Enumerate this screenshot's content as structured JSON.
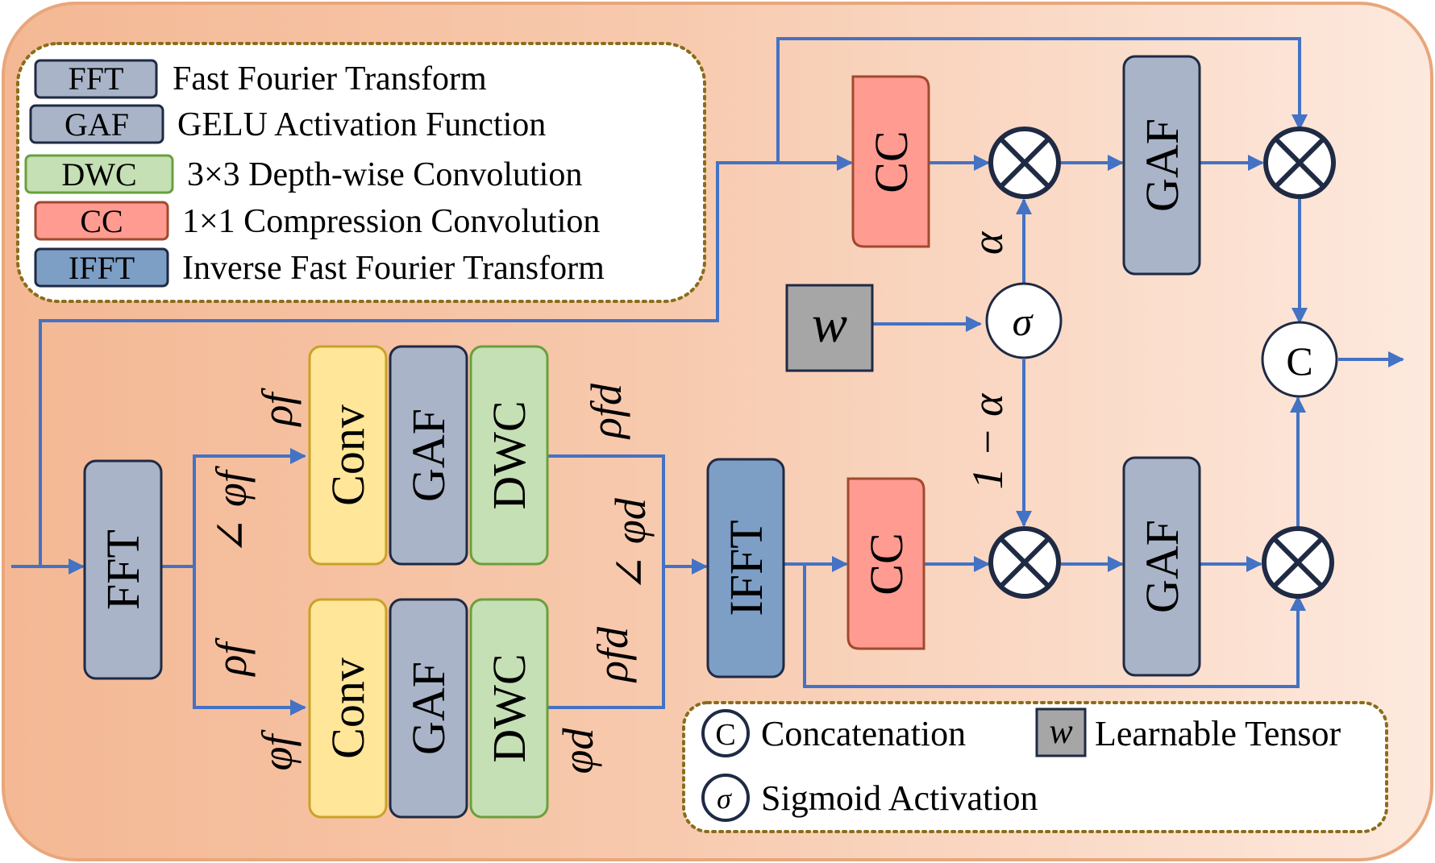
{
  "legend_top": {
    "items": [
      {
        "abbr": "FFT",
        "desc": "Fast Fourier Transform",
        "color": "#a9b4c8"
      },
      {
        "abbr": "GAF",
        "desc": "GELU Activation Function",
        "color": "#a9b4c8"
      },
      {
        "abbr": "DWC",
        "desc": "3×3 Depth-wise Convolution",
        "color": "#c5e0b4"
      },
      {
        "abbr": "CC",
        "desc": "1×1 Compression Convolution",
        "color": "#ff9b91"
      },
      {
        "abbr": "IFFT",
        "desc": "Inverse Fast Fourier Transform",
        "color": "#7d9ec5"
      }
    ]
  },
  "legend_bottom": {
    "concat_symbol": "C",
    "concat_desc": "Concatenation",
    "tensor_symbol": "w",
    "tensor_desc": "Learnable Tensor",
    "sigmoid_symbol": "σ",
    "sigmoid_desc": "Sigmoid Activation"
  },
  "blocks": {
    "fft": "FFT",
    "ifft": "IFFT",
    "conv": "Conv",
    "gaf": "GAF",
    "dwc": "DWC",
    "cc": "CC",
    "learnable": "w",
    "sigmoid": "σ",
    "concat": "C"
  },
  "labels": {
    "rho_f": "ρf",
    "phi_f": "φf",
    "angle_phi_f": "∠ φf",
    "rho_f_d": "ρfd",
    "angle_phi_d": "∠ φd",
    "phi_d": "φd",
    "alpha": "α",
    "one_minus_alpha": "1 − α"
  },
  "colors": {
    "background": "#f6c4a7",
    "border": "#e9a67a",
    "arrow": "#4472c4",
    "gray_block": "#a9b4c8",
    "conv": "#ffe699",
    "conv_border": "#c9a227",
    "dwc": "#c5e0b4",
    "dwc_border": "#6a9f3c",
    "cc": "#ff9b91",
    "cc_border": "#a04a2e",
    "ifft": "#7d9ec5",
    "tensor": "#a6a6a6",
    "operator_border": "#1f2a44"
  }
}
